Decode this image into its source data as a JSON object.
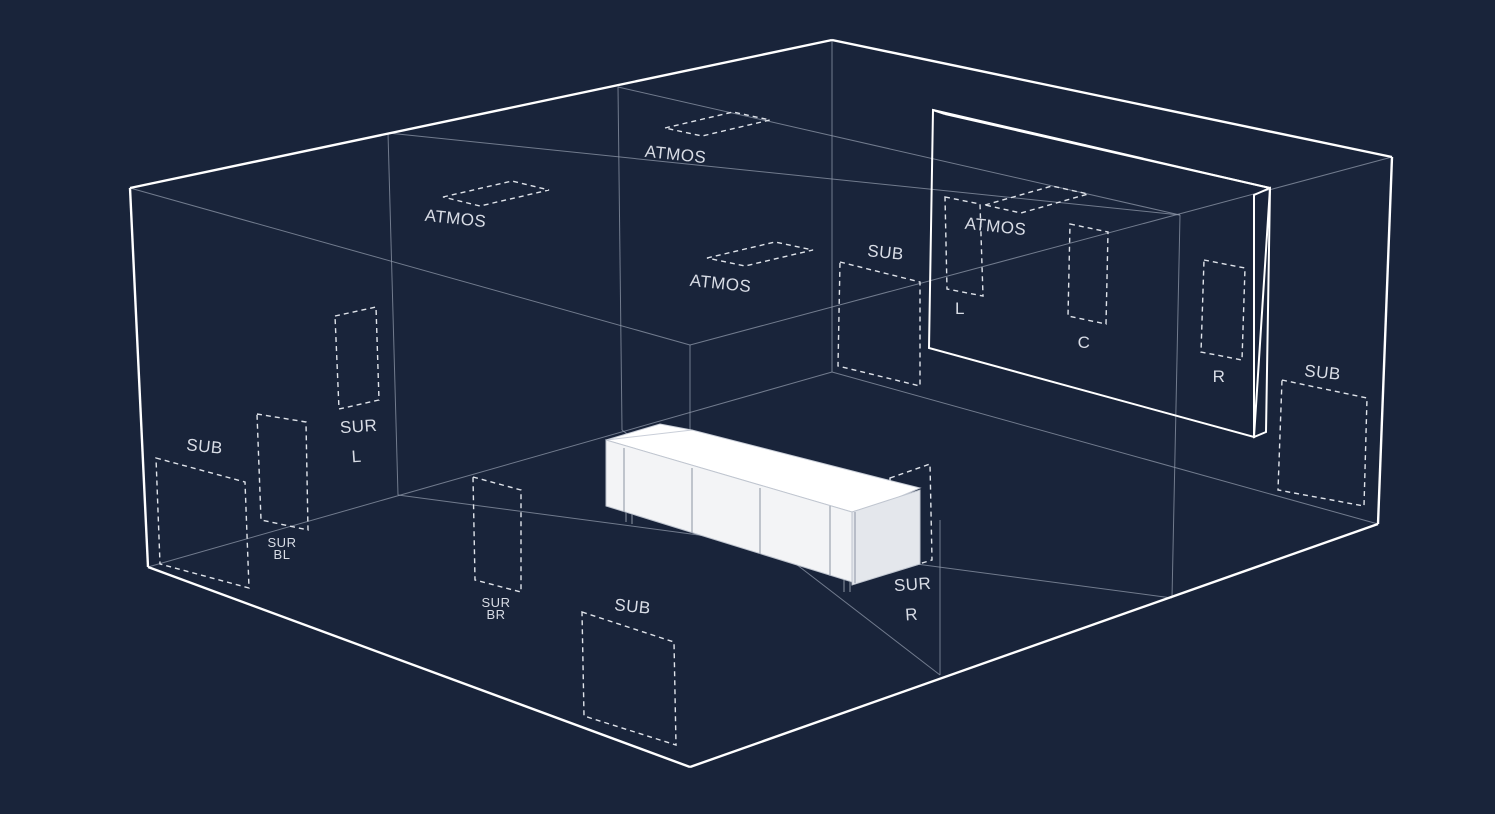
{
  "diagram": {
    "background": "#19243a",
    "line_color": "#ffffff",
    "labels": {
      "atmos_1": "ATMOS",
      "atmos_2": "ATMOS",
      "atmos_3": "ATMOS",
      "atmos_4": "ATMOS",
      "sub_back_right": "SUB",
      "sub_right_wall": "SUB",
      "sub_left_wall": "SUB",
      "sub_front": "SUB",
      "front_left": "L",
      "front_center": "C",
      "front_right": "R",
      "sur_l_line1": "SUR",
      "sur_l_line2": "L",
      "sur_bl_line1": "SUR",
      "sur_bl_line2": "BL",
      "sur_br_line1": "SUR",
      "sur_br_line2": "BR",
      "sur_r_line1": "SUR",
      "sur_r_line2": "R"
    }
  }
}
